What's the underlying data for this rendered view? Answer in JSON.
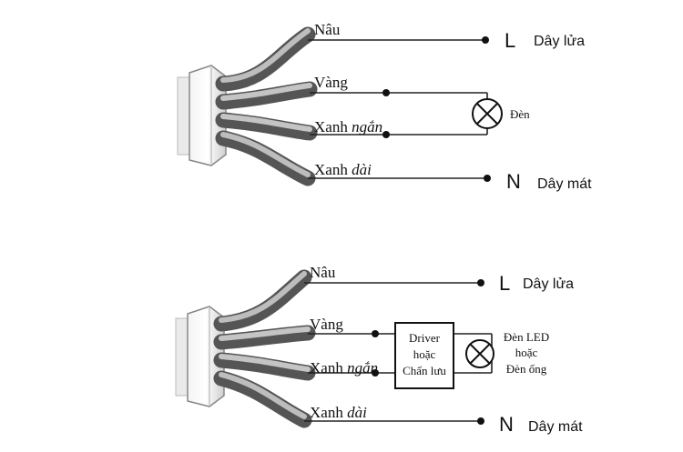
{
  "diagram1": {
    "wires": [
      {
        "label": "Nâu"
      },
      {
        "label": "Vàng"
      },
      {
        "label_main": "Xanh",
        "label_italic": "ngắn"
      },
      {
        "label_main": "Xanh",
        "label_italic": "dài"
      }
    ],
    "terminal_L": {
      "letter": "L",
      "text": "Dây lửa"
    },
    "terminal_N": {
      "letter": "N",
      "text": "Dây mát"
    },
    "lamp_label": "Đèn"
  },
  "diagram2": {
    "wires": [
      {
        "label": "Nâu"
      },
      {
        "label": "Vàng"
      },
      {
        "label_main": "Xanh",
        "label_italic": "ngắn"
      },
      {
        "label_main": "Xanh",
        "label_italic": "dài"
      }
    ],
    "terminal_L": {
      "letter": "L",
      "text": "Dây lửa"
    },
    "terminal_N": {
      "letter": "N",
      "text": "Dây mát"
    },
    "driver_lines": [
      "Driver",
      "hoặc",
      "Chấn lưu"
    ],
    "lamp_lines": [
      "Đèn LED",
      "hoặc",
      "Đèn ống"
    ]
  }
}
